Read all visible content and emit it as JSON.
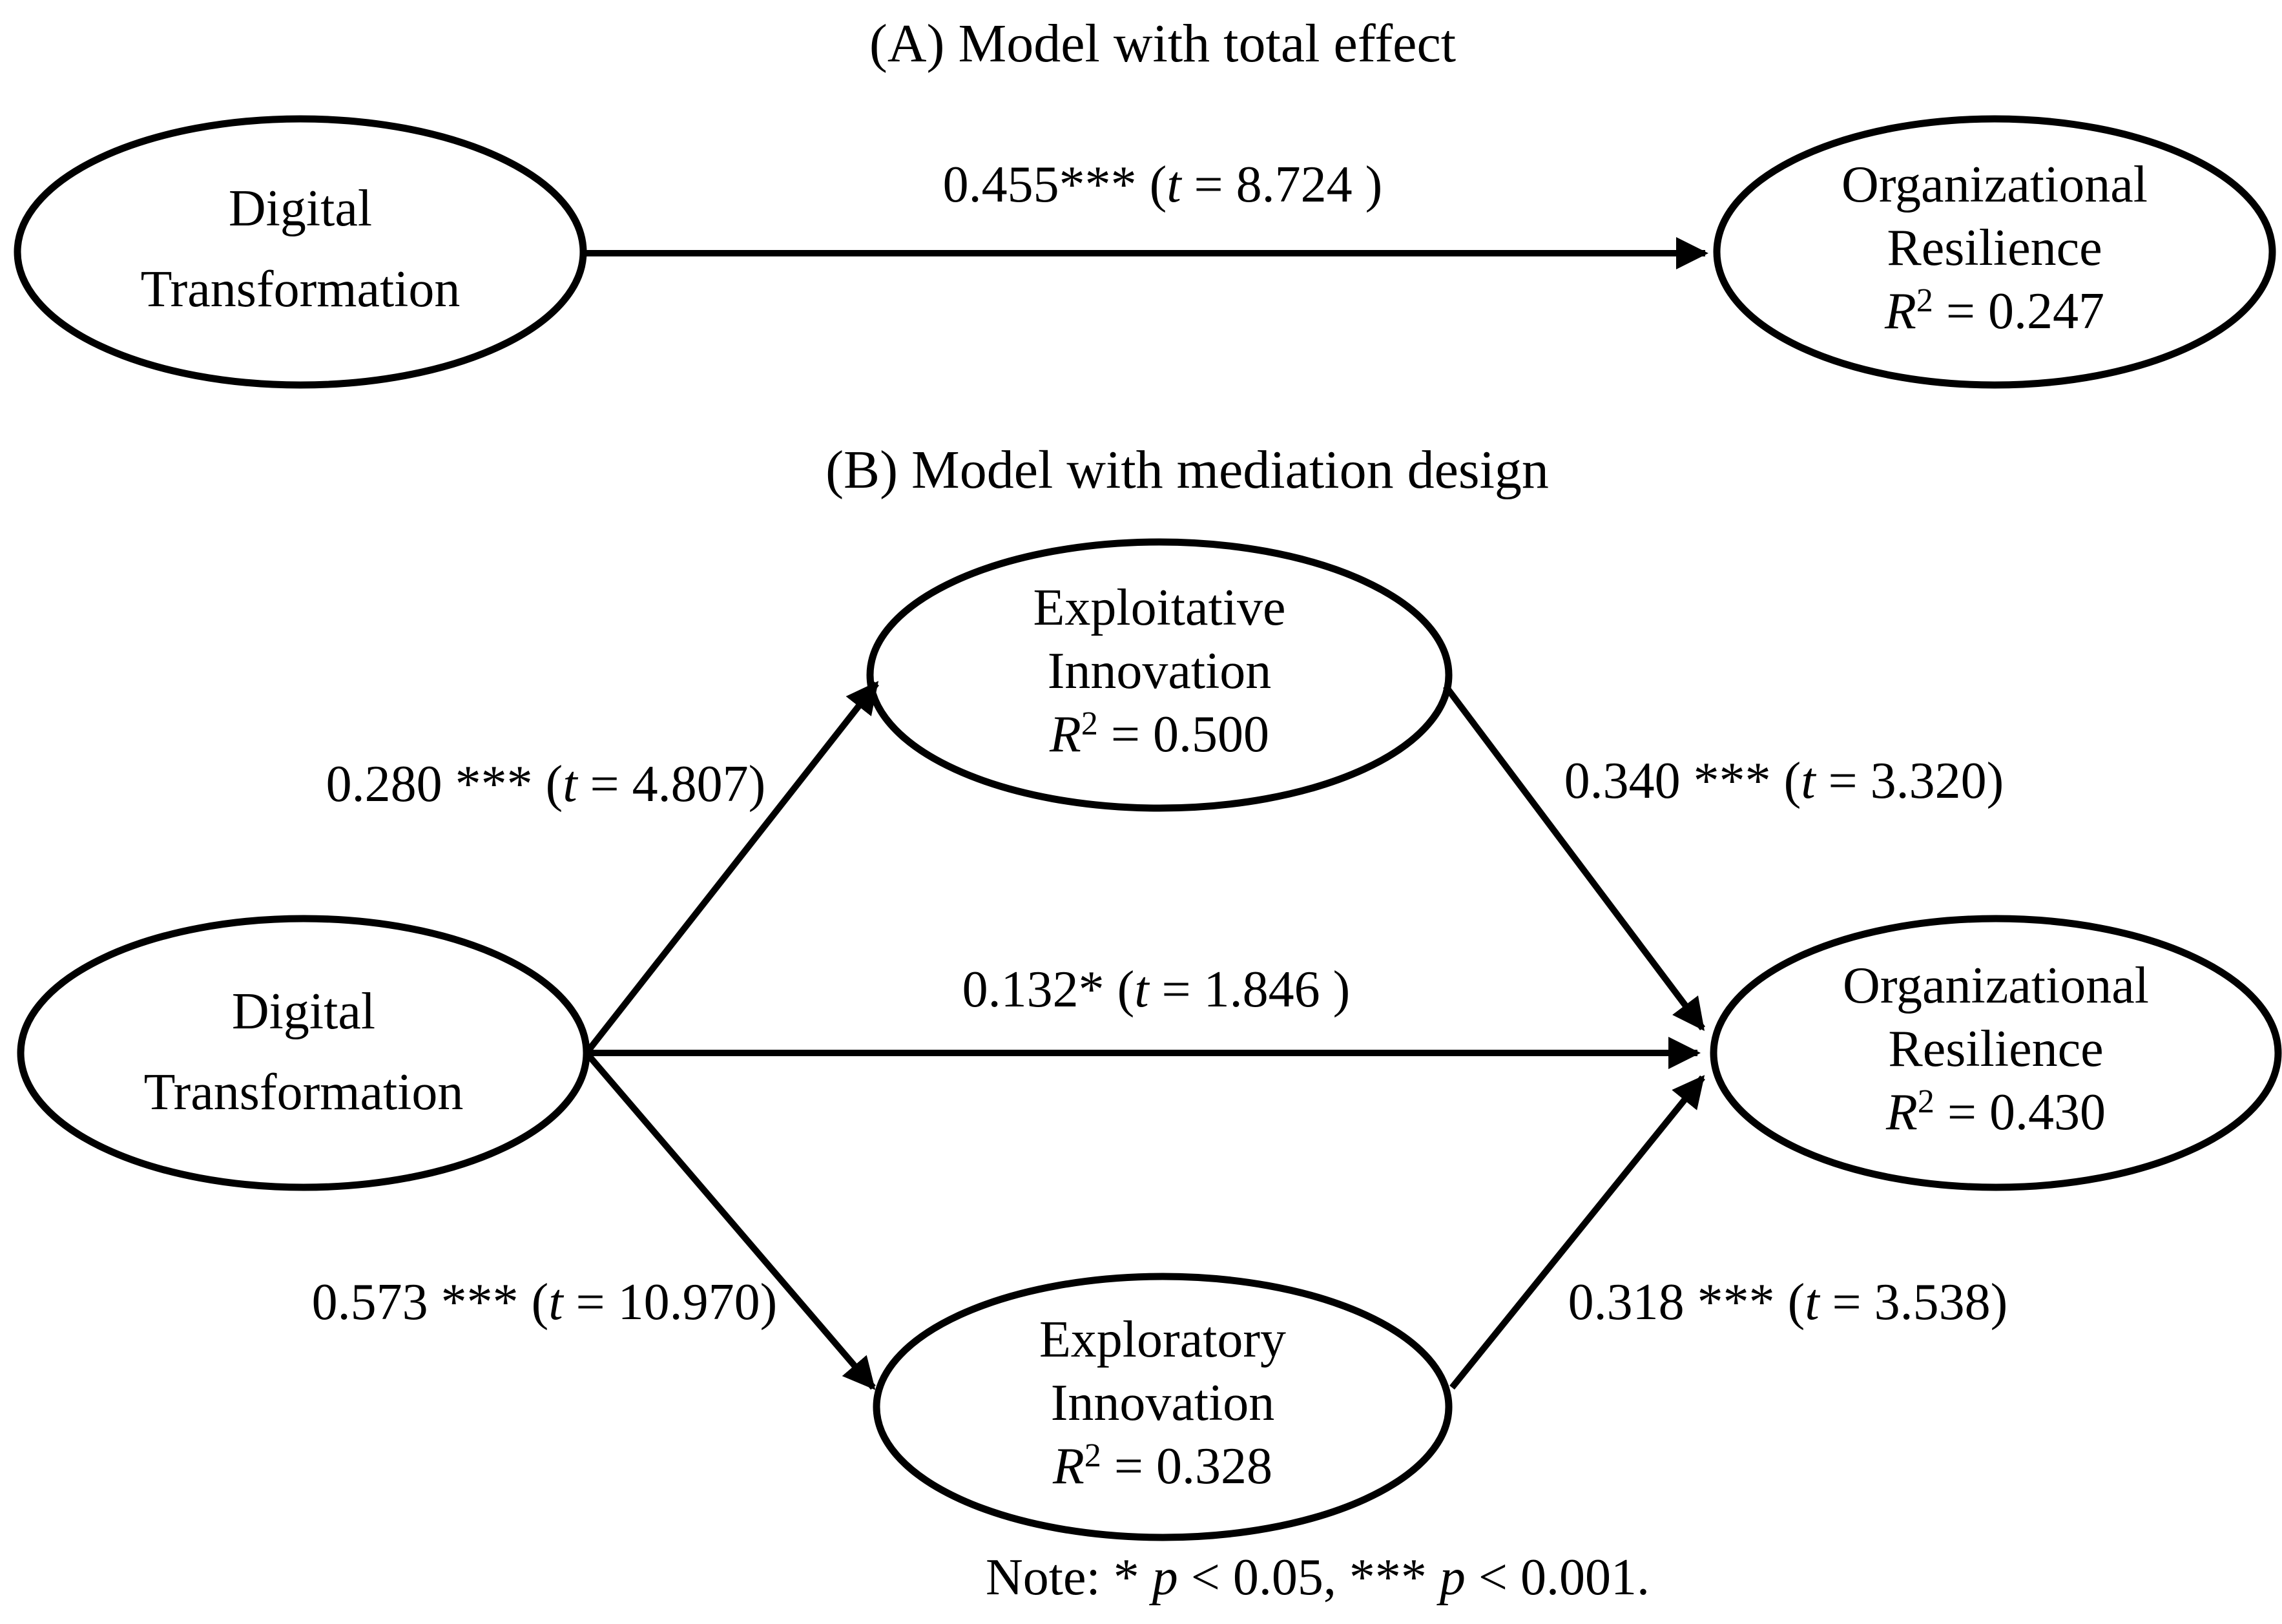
{
  "figure": {
    "background": "#ffffff",
    "ink": "#000000"
  },
  "panel_a": {
    "title": "(A) Model with total effect",
    "nodes": {
      "digital_transformation": {
        "line1": "Digital",
        "line2": "Transformation"
      },
      "organizational_resilience": {
        "line1": "Organizational",
        "line2": "Resilience",
        "r2": {
          "var": "R",
          "sup": "2",
          "rest": " = 0.247"
        }
      }
    },
    "paths": {
      "total_effect": {
        "prefix": "0.455*** (",
        "tvar": "t",
        "suffix": " = 8.724 )"
      }
    }
  },
  "panel_b": {
    "title": "(B) Model with mediation design",
    "nodes": {
      "digital_transformation": {
        "line1": "Digital",
        "line2": "Transformation"
      },
      "exploitative_innovation": {
        "line1": "Exploitative",
        "line2": "Innovation",
        "r2": {
          "var": "R",
          "sup": "2",
          "rest": " = 0.500"
        }
      },
      "exploratory_innovation": {
        "line1": "Exploratory",
        "line2": "Innovation",
        "r2": {
          "var": "R",
          "sup": "2",
          "rest": " = 0.328"
        }
      },
      "organizational_resilience": {
        "line1": "Organizational",
        "line2": "Resilience",
        "r2": {
          "var": "R",
          "sup": "2",
          "rest": " = 0.430"
        }
      }
    },
    "paths": {
      "dt_to_exploitative": {
        "prefix": "0.280 *** (",
        "tvar": "t",
        "suffix": " = 4.807)"
      },
      "exploitative_to_or": {
        "prefix": "0.340 *** (",
        "tvar": "t",
        "suffix": " = 3.320)"
      },
      "dt_to_or_direct": {
        "prefix": "0.132* (",
        "tvar": "t",
        "suffix": " = 1.846 )"
      },
      "dt_to_exploratory": {
        "prefix": "0.573 *** (",
        "tvar": "t",
        "suffix": " = 10.970)"
      },
      "exploratory_to_or": {
        "prefix": "0.318 *** (",
        "tvar": "t",
        "suffix": " = 3.538)"
      }
    }
  },
  "note": {
    "prefix": "Note: * ",
    "p1": "p",
    "mid": " < 0.05, *** ",
    "p2": "p",
    "suffix": " < 0.001."
  }
}
